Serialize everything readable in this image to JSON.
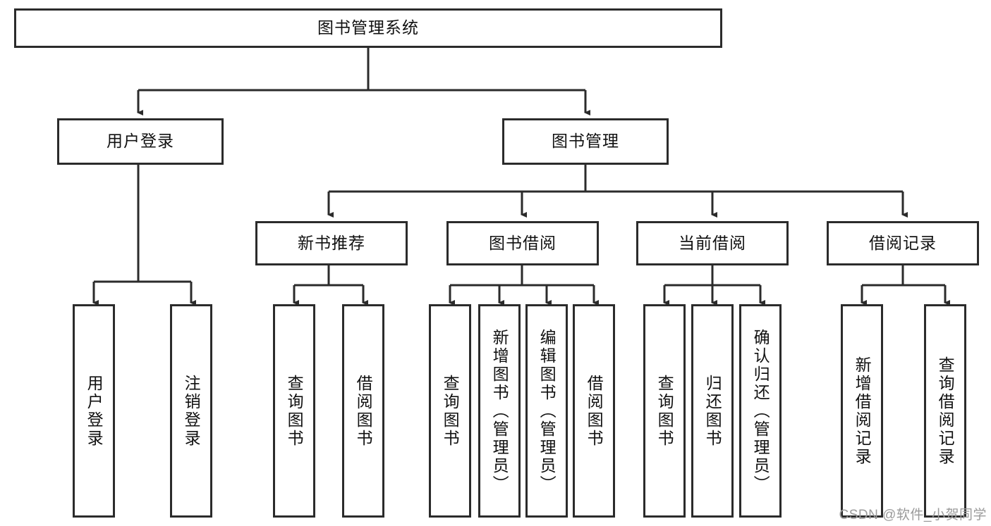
{
  "diagram": {
    "title": "图书管理系统",
    "type": "tree-hierarchy",
    "root": {
      "label": "图书管理系统"
    },
    "level2": [
      {
        "label": "用户登录"
      },
      {
        "label": "图书管理"
      }
    ],
    "level3": [
      {
        "label": "新书推荐"
      },
      {
        "label": "图书借阅"
      },
      {
        "label": "当前借阅"
      },
      {
        "label": "借阅记录"
      }
    ],
    "leaves": {
      "user_login": [
        {
          "label": "用户登录"
        },
        {
          "label": "注销登录"
        }
      ],
      "new_book_recommend": [
        {
          "label": "查询图书"
        },
        {
          "label": "借阅图书"
        }
      ],
      "book_borrow": [
        {
          "label": "查询图书"
        },
        {
          "label": "新增图书（管理员）"
        },
        {
          "label": "编辑图书（管理员）"
        },
        {
          "label": "借阅图书"
        }
      ],
      "current_borrow": [
        {
          "label": "查询图书"
        },
        {
          "label": "归还图书"
        },
        {
          "label": "确认归还（管理员）"
        }
      ],
      "borrow_record": [
        {
          "label": "新增借阅记录"
        },
        {
          "label": "查询借阅记录"
        }
      ]
    }
  },
  "watermark": {
    "text": "CSDN @软件_小贺同学"
  },
  "colors": {
    "background": "#ffffff",
    "box_border": "#2b2b2b",
    "connector": "#2b2b2b",
    "text": "#111111",
    "watermark": "#9b9b9b"
  }
}
